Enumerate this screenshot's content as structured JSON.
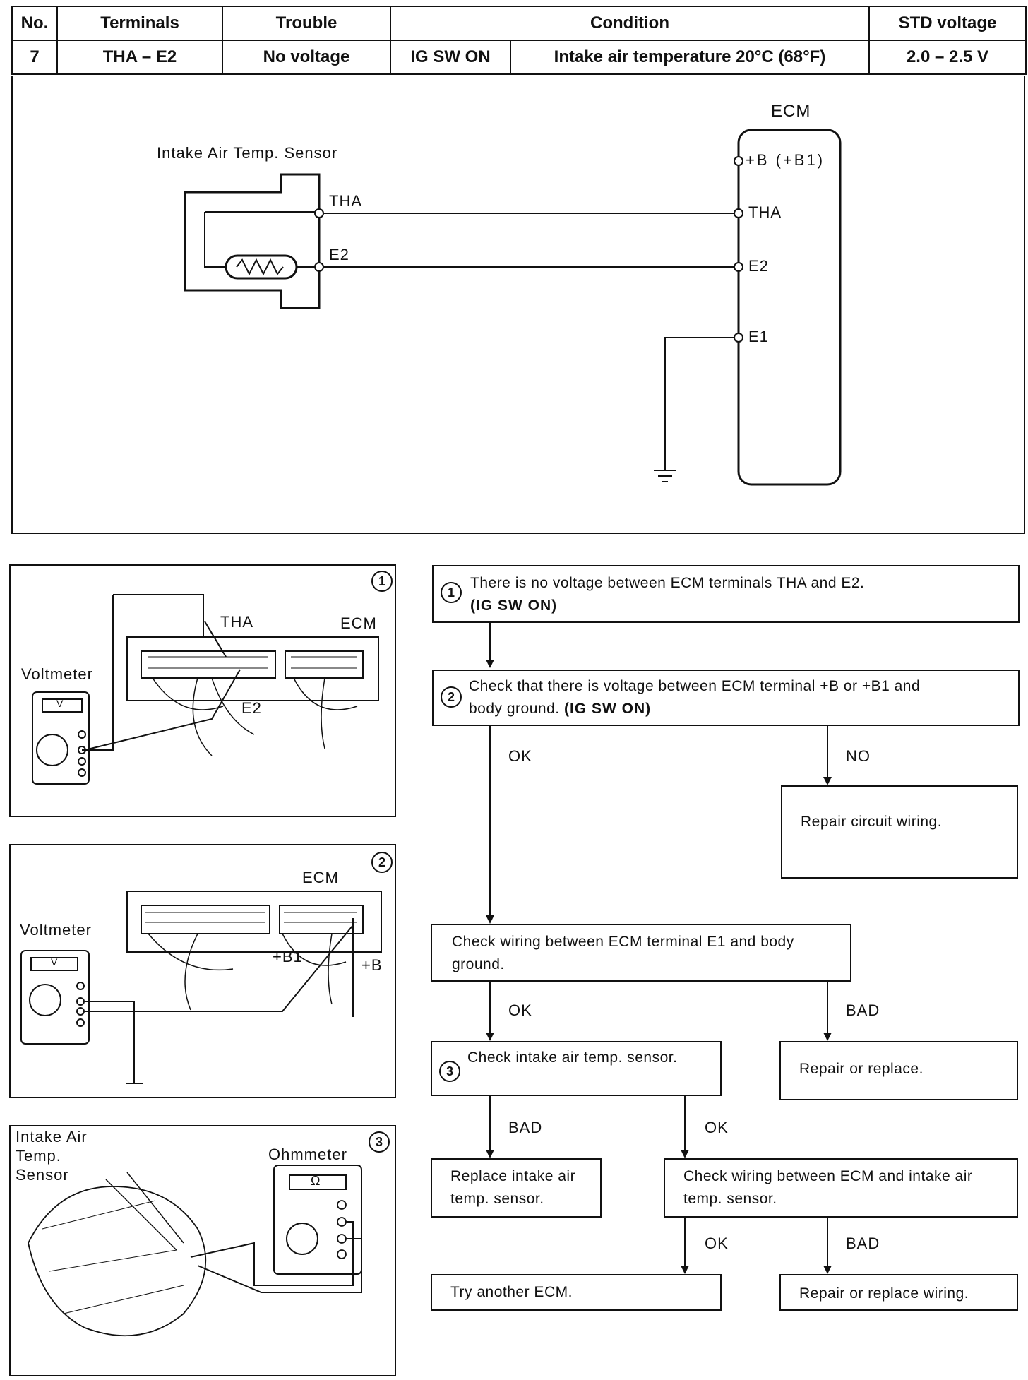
{
  "table": {
    "headers": [
      "No.",
      "Terminals",
      "Trouble",
      "Condition",
      "STD voltage"
    ],
    "row": {
      "no": "7",
      "terminals": "THA – E2",
      "trouble": "No voltage",
      "condition_sw": "IG SW ON",
      "condition_detail": "Intake air temperature 20°C (68°F)",
      "std_voltage": "2.0 – 2.5 V"
    }
  },
  "circuit": {
    "sensor_label": "Intake Air Temp. Sensor",
    "ecm_label": "ECM",
    "sensor_tha": "THA",
    "sensor_e2": "E2",
    "ecm_b": "+B (+B1)",
    "ecm_tha": "THA",
    "ecm_e2": "E2",
    "ecm_e1": "E1"
  },
  "illus1": {
    "num": "1",
    "voltmeter": "Voltmeter",
    "tha": "THA",
    "ecm": "ECM",
    "e2": "E2",
    "v": "V"
  },
  "illus2": {
    "num": "2",
    "voltmeter": "Voltmeter",
    "ecm": "ECM",
    "b1": "+B1",
    "b": "+B",
    "v": "V"
  },
  "illus3": {
    "num": "3",
    "sensor": "Intake Air Temp. Sensor",
    "ohmmeter": "Ohmmeter",
    "ohm": "Ω"
  },
  "flow": {
    "step1": {
      "num": "1",
      "text": "There is no voltage between ECM terminals THA and E2.",
      "bold": "(IG SW ON)"
    },
    "step2": {
      "num": "2",
      "text": "Check that there is voltage between ECM terminal +B or +B1 and",
      "text2": "body ground.",
      "bold": "(IG SW ON)"
    },
    "ok1": "OK",
    "no1": "NO",
    "repair_circuit": "Repair circuit wiring.",
    "check_e1": "Check wiring between ECM terminal E1 and body ground.",
    "ok2": "OK",
    "bad1": "BAD",
    "step3": {
      "num": "3",
      "text": "Check intake air temp. sensor."
    },
    "repair_replace": "Repair or replace.",
    "bad2": "BAD",
    "ok3": "OK",
    "replace_sensor": "Replace intake air temp. sensor.",
    "check_wiring": "Check wiring between ECM and intake air temp. sensor.",
    "ok4": "OK",
    "bad3": "BAD",
    "try_ecm": "Try another ECM.",
    "repair_wiring": "Repair or replace wiring."
  }
}
